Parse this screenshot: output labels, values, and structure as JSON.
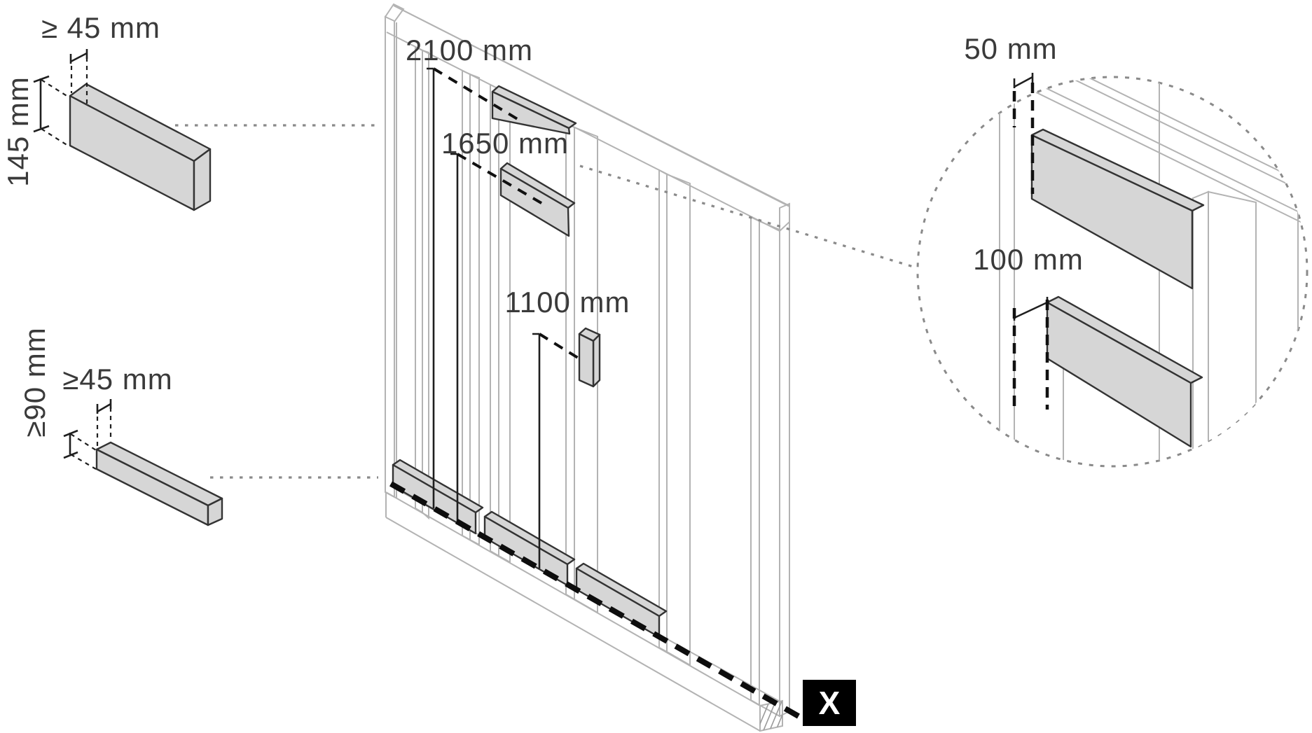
{
  "illustration": {
    "left_top_block": {
      "width_label": "≥ 45 mm",
      "height_label": "145 mm"
    },
    "left_bottom_block": {
      "width_label": "≥45 mm",
      "height_label": "≥90 mm"
    },
    "wall": {
      "dim_2100": "2100 mm",
      "dim_1650": "1650 mm",
      "dim_1100": "1100 mm",
      "floor_marker": "X"
    },
    "detail": {
      "dim_50": "50 mm",
      "dim_100": "100 mm"
    }
  },
  "colors": {
    "block_fill": "#d6d6d6",
    "frame_line": "#b3b3b3",
    "dark_line": "#333333",
    "dashed_reference": "#0d0d0d",
    "marker_bg": "#000000",
    "marker_text": "#ffffff"
  }
}
